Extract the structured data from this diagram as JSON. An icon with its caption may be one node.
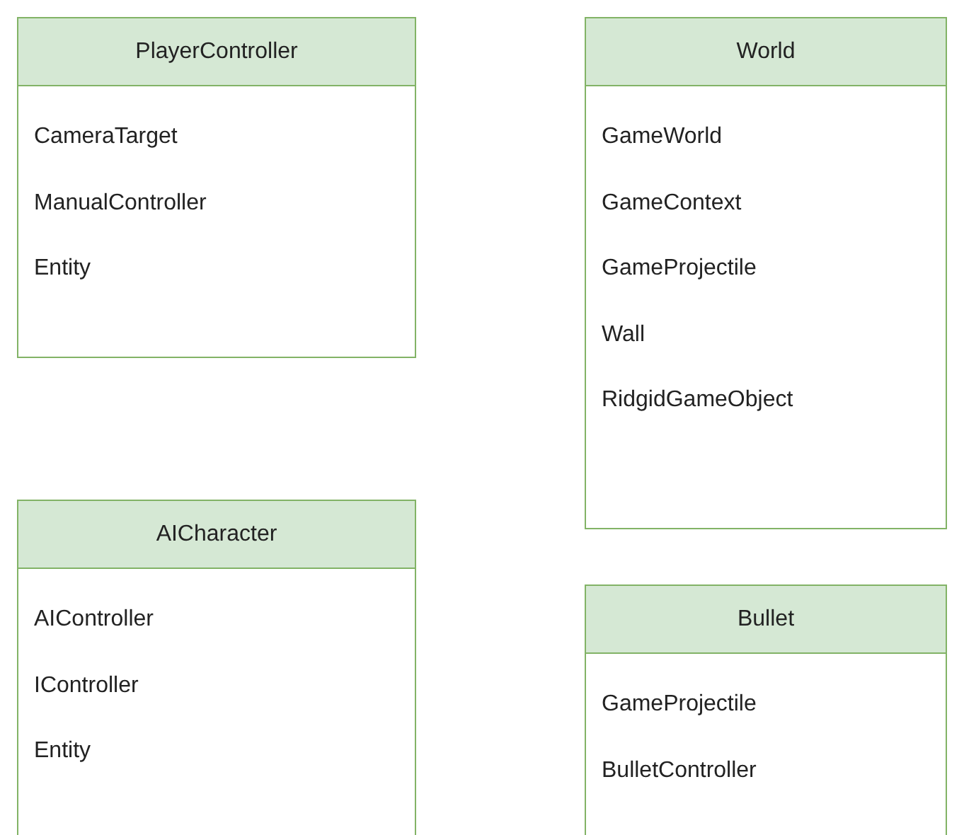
{
  "diagram": {
    "nodes": [
      {
        "text": [
          "PlayerController",
          "CameraTarget",
          "ManualController",
          "Entity"
        ]
      },
      {
        "text": [
          "World",
          "GameWorld",
          "GameContext",
          "GameProjectile",
          "Wall",
          "RidgidGameObject"
        ]
      },
      {
        "text": [
          "AICharacter",
          "AIController",
          "IController",
          "Entity"
        ]
      },
      {
        "text": [
          "Bullet",
          "GameProjectile",
          "BulletController"
        ]
      }
    ]
  }
}
